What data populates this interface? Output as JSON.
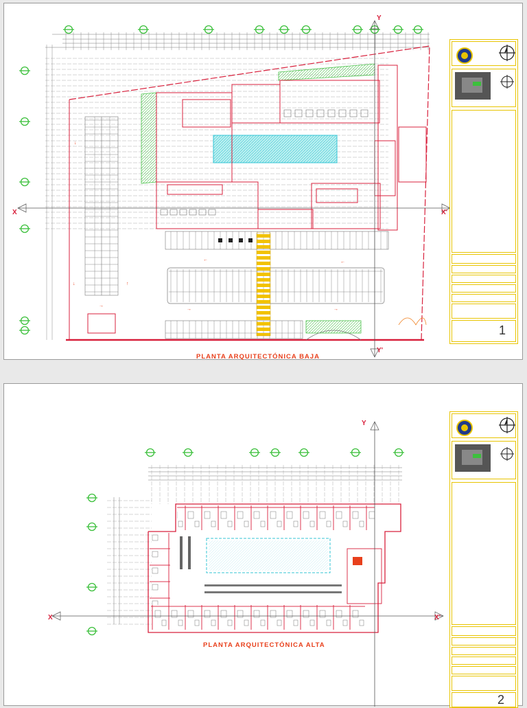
{
  "sheets": [
    {
      "caption": "PLANTA ARQUITECTÓNICA BAJA",
      "sheet_number": "1",
      "axis": {
        "x": "X",
        "x_prime": "X'",
        "y": "Y",
        "y_prime": "Y'"
      }
    },
    {
      "caption": "PLANTA ARQUITECTÓNICA ALTA",
      "sheet_number": "2",
      "axis": {
        "x": "X",
        "x_prime": "X'",
        "y": "Y"
      }
    }
  ],
  "colors": {
    "wall": "#d8203c",
    "grid": "#7a7a7a",
    "axis_marker": "#3cc03c",
    "hatch_green": "#48c048",
    "pool_cyan": "#34c4d4",
    "stripe_yellow": "#f2c200",
    "title_border": "#e8c400",
    "caption": "#e8401c"
  }
}
